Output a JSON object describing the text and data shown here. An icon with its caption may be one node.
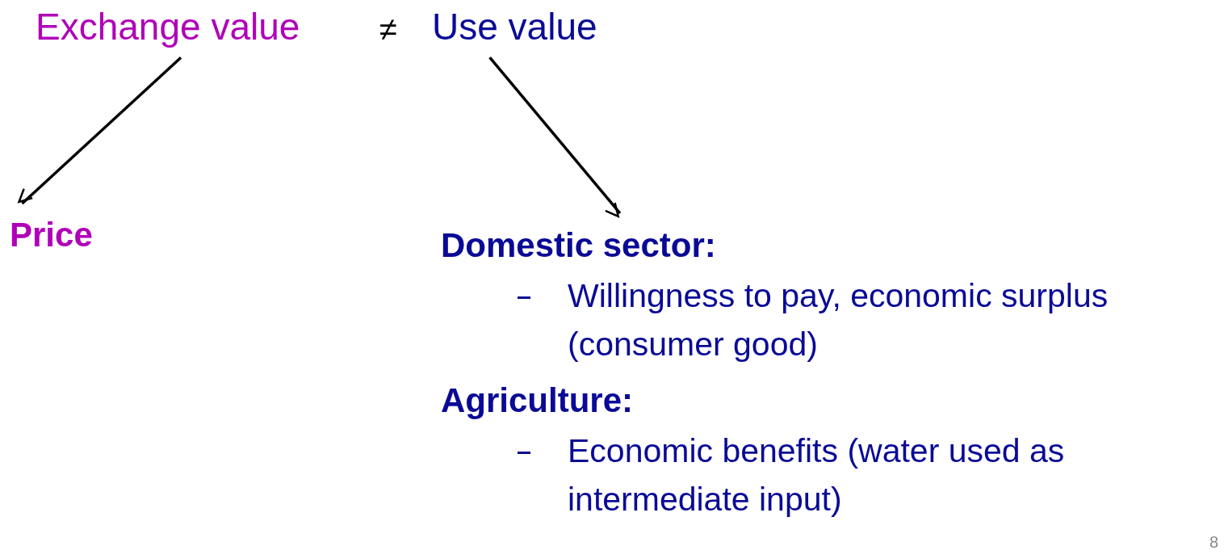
{
  "diagram": {
    "nodes": [
      {
        "text": [
          "Exchange value"
        ]
      },
      {
        "text": [
          "Use value"
        ]
      },
      {
        "text": [
          "Price"
        ]
      },
      {
        "text": [
          "Domestic sector:",
          "Willingness to pay, economic surplus (consumer good)",
          "Agriculture:",
          "Economic benefits (water used as intermediate input)"
        ]
      }
    ],
    "edges": [
      {
        "from": 0,
        "to": 2,
        "arrow": "to"
      },
      {
        "from": 1,
        "to": 3,
        "arrow": "to"
      }
    ],
    "labels": [
      "≠",
      "8"
    ]
  }
}
